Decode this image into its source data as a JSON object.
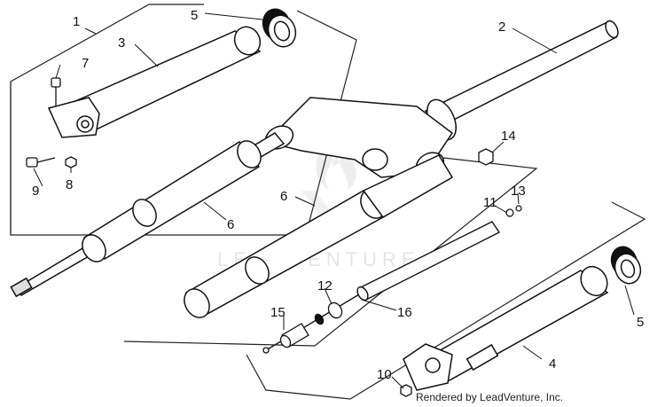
{
  "diagram": {
    "callouts": {
      "c1": "1",
      "c2": "2",
      "c3": "3",
      "c4": "4",
      "c5a": "5",
      "c5b": "5",
      "c6a": "6",
      "c6b": "6",
      "c7": "7",
      "c8": "8",
      "c9": "9",
      "c10": "10",
      "c11": "11",
      "c12": "12",
      "c13": "13",
      "c14": "14",
      "c15": "15",
      "c16": "16"
    },
    "watermark": "LEADVENTURE",
    "credit": "Rendered by LeadVenture, Inc."
  }
}
